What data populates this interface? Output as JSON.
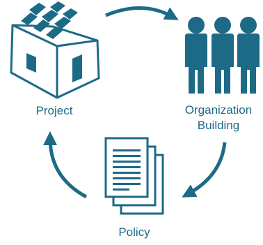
{
  "nodes": {
    "project": {
      "label": "Project",
      "icon": "house-solar-icon"
    },
    "organization": {
      "line1": "Organization",
      "line2": "Building",
      "icon": "people-group-icon"
    },
    "policy": {
      "label": "Policy",
      "icon": "documents-icon"
    }
  },
  "colors": {
    "primary": "#1c6a86"
  }
}
